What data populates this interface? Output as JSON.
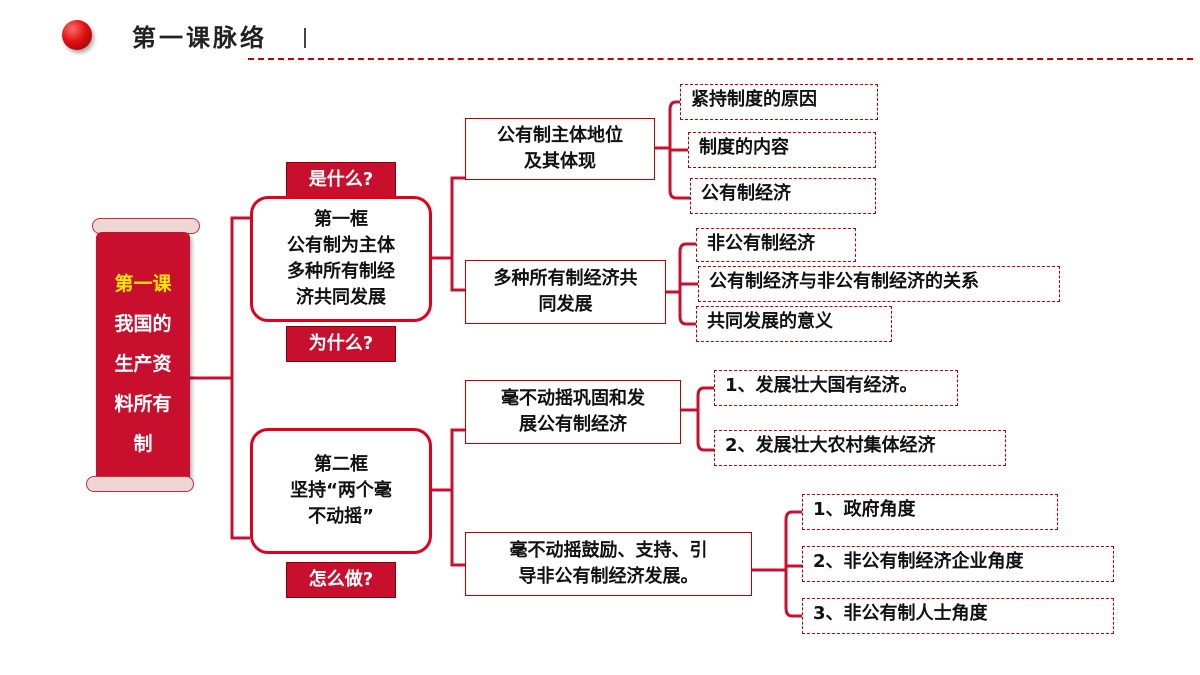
{
  "header": {
    "title": "第一课脉络",
    "accent_color": "#c8102e"
  },
  "scroll": {
    "line1": "第一课",
    "line2": "我国的",
    "line3": "生产资",
    "line4": "料所有",
    "line5": "制"
  },
  "tags": {
    "what": "是什么?",
    "why": "为什么?",
    "how": "怎么做?"
  },
  "frames": {
    "first": "第一框\n公有制为主体\n多种所有制经\n济共同发展",
    "second": "第二框\n坚持“两个毫\n不动摇”"
  },
  "branches": {
    "b1": "公有制主体地位\n及其体现",
    "b2": "多种所有制经济共\n同发展",
    "b3": "毫不动摇巩固和发\n展公有制经济",
    "b4": "毫不动摇鼓励、支持、引\n导非公有制经济发展。"
  },
  "leaves": {
    "l1": "紧持制度的原因",
    "l2": "制度的内容",
    "l3": "公有制经济",
    "l4": "非公有制经济",
    "l5": "公有制经济与非公有制经济的关系",
    "l6": "共同发展的意义",
    "l7": "1、发展壮大国有经济。",
    "l8": "2、发展壮大农村集体经济",
    "l9": "1、政府角度",
    "l10": "2、非公有制经济企业角度",
    "l11": "3、非公有制人士角度"
  }
}
